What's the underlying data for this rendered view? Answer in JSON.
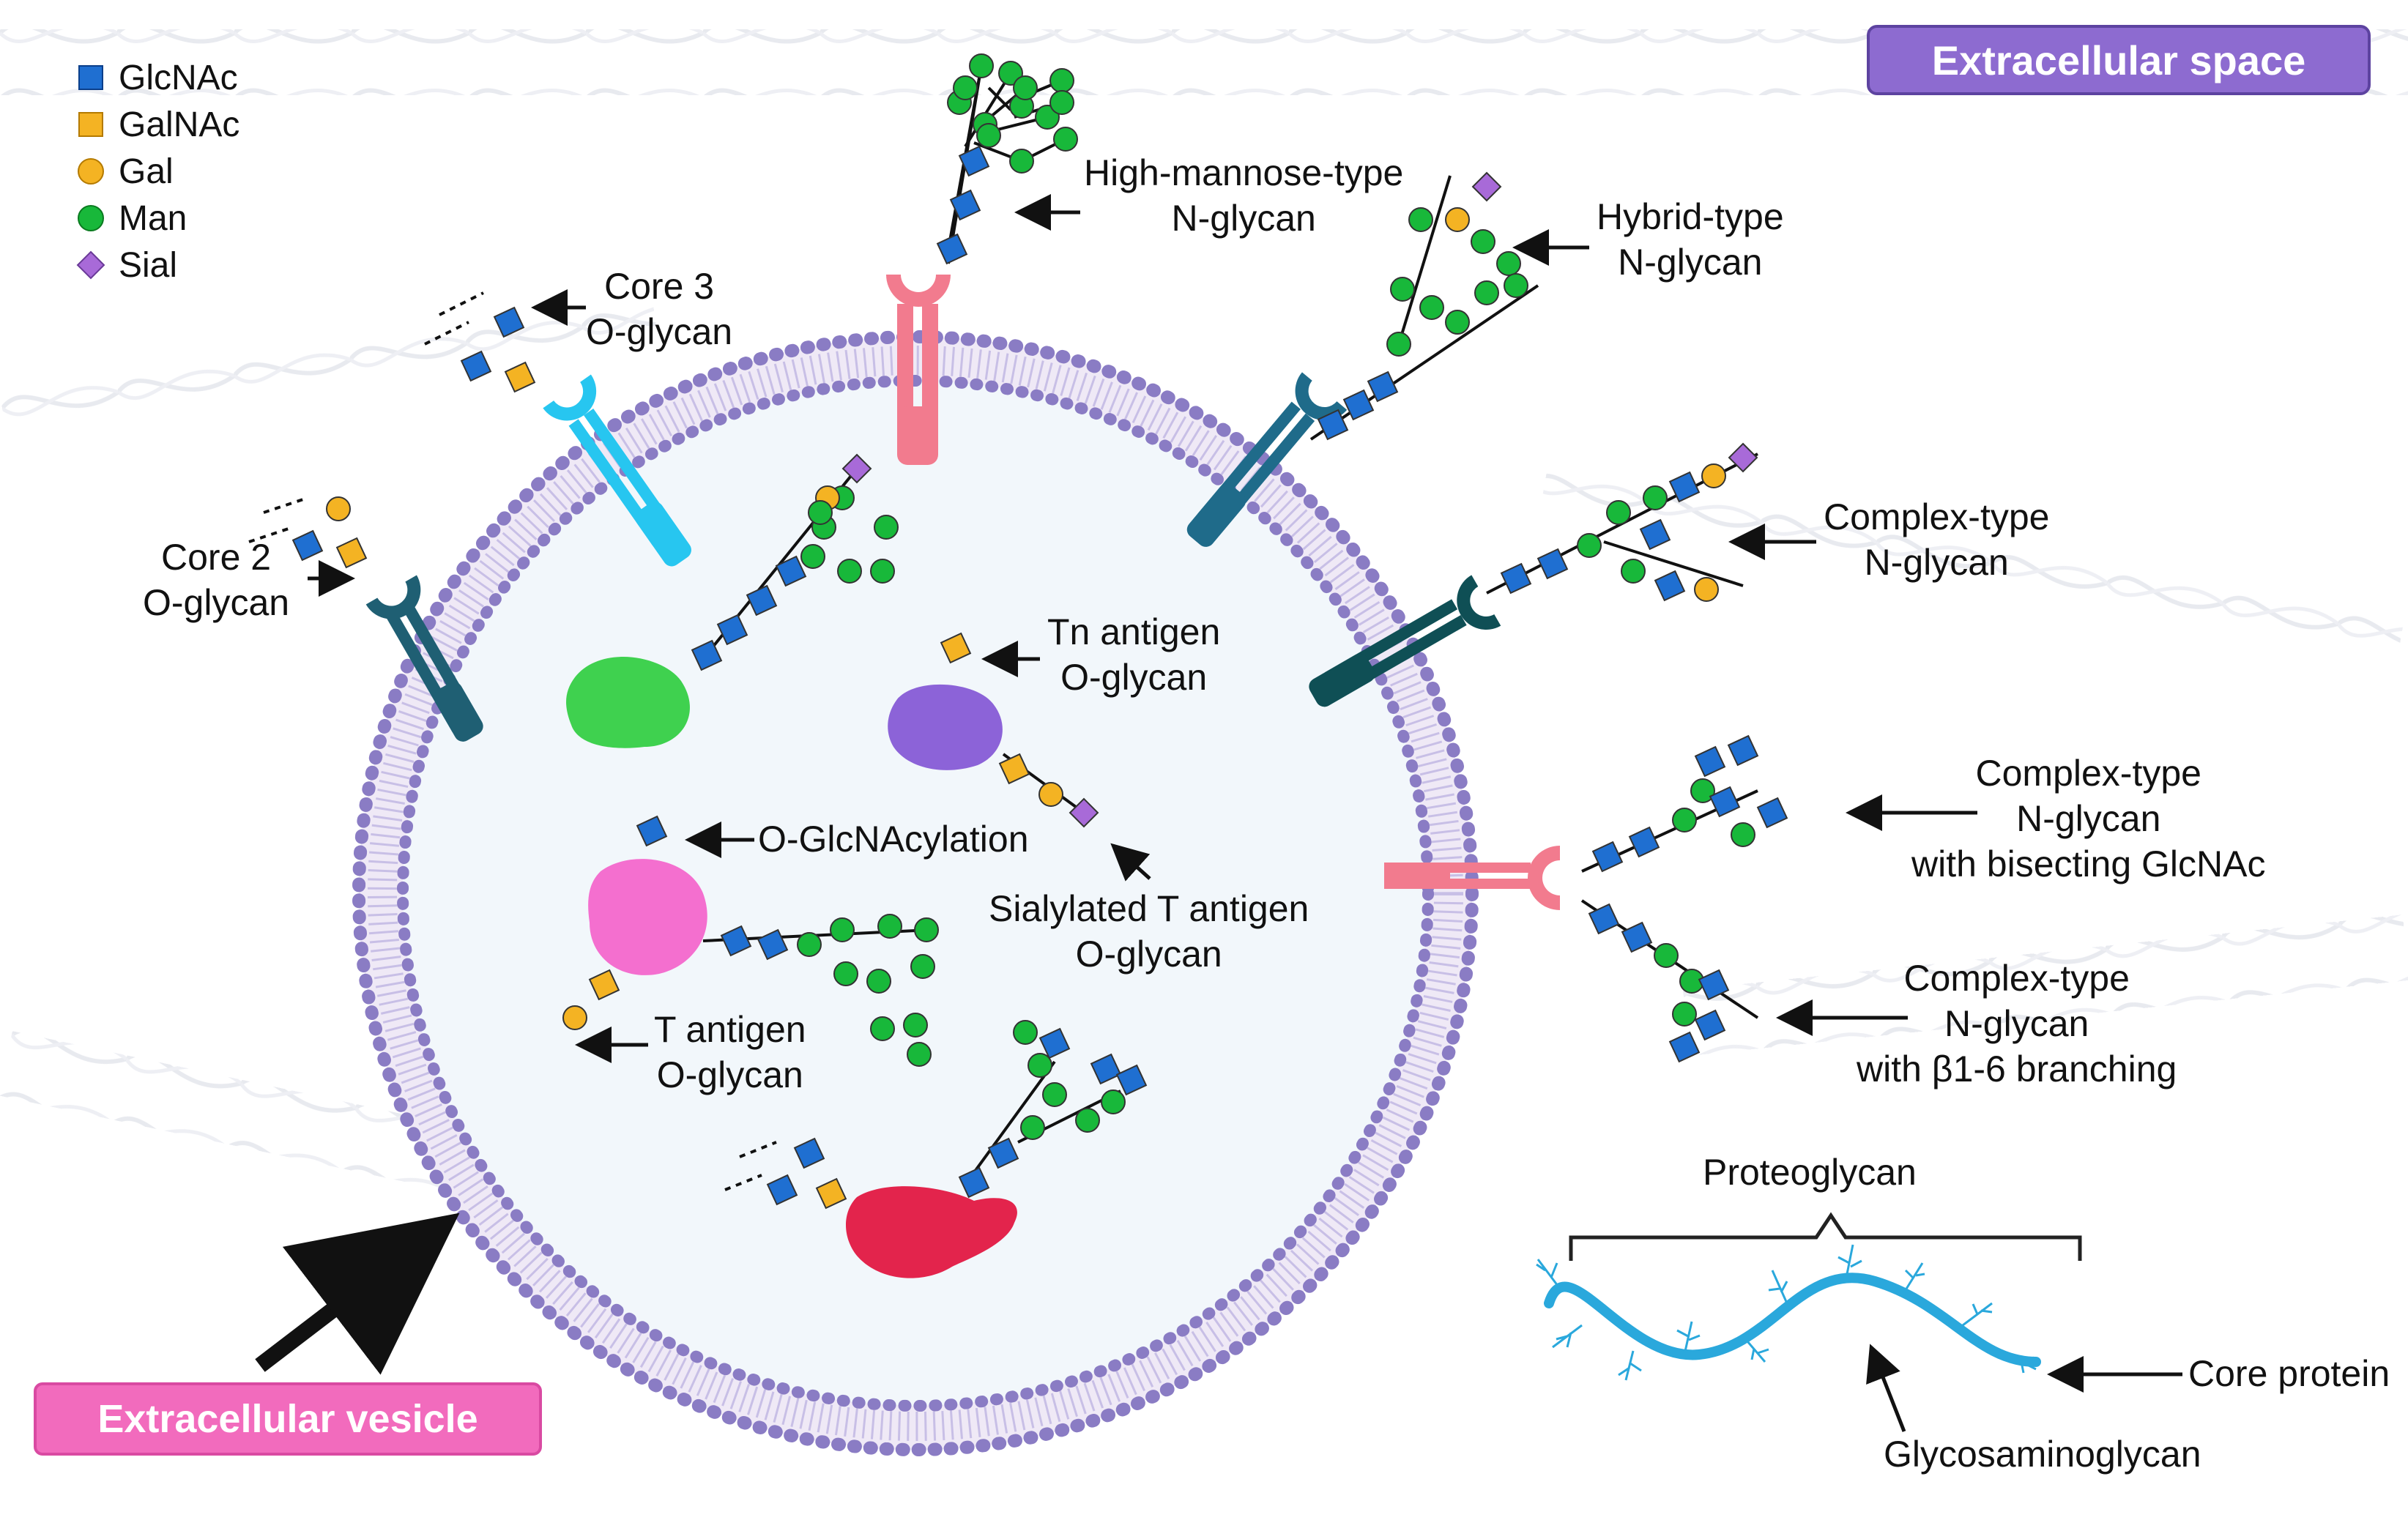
{
  "legend": [
    {
      "label": "GlcNAc",
      "icon": "blue-square-icon",
      "color": "#1f6fd1"
    },
    {
      "label": "GalNAc",
      "icon": "yellow-square-icon",
      "color": "#f4b323"
    },
    {
      "label": "Gal",
      "icon": "yellow-circle-icon",
      "color": "#f4b323"
    },
    {
      "label": "Man",
      "icon": "green-circle-icon",
      "color": "#18b83a"
    },
    {
      "label": "Sial",
      "icon": "purple-diamond-icon",
      "color": "#a86ad8"
    }
  ],
  "titles": {
    "extracellular_space": "Extracellular space",
    "extracellular_vesicle": "Extracellular vesicle"
  },
  "labels": {
    "high_mannose": [
      "High-mannose-type",
      "N-glycan"
    ],
    "hybrid": [
      "Hybrid-type",
      "N-glycan"
    ],
    "core3": [
      "Core 3",
      "O-glycan"
    ],
    "core2": [
      "Core 2",
      "O-glycan"
    ],
    "complex": [
      "Complex-type",
      "N-glycan"
    ],
    "tn_antigen": [
      "Tn antigen",
      "O-glycan"
    ],
    "o_glcnacylation": "O-GlcNAcylation",
    "sialyl_t": [
      "Sialylated T antigen",
      "O-glycan"
    ],
    "t_antigen": [
      "T antigen",
      "O-glycan"
    ],
    "complex_bisecting": [
      "Complex-type",
      "N-glycan",
      "with bisecting GlcNAc"
    ],
    "complex_b16": [
      "Complex-type",
      "N-glycan",
      "with β1-6 branching"
    ],
    "proteoglycan": "Proteoglycan",
    "core_protein": "Core protein",
    "glycosaminoglycan": "Glycosaminoglycan"
  },
  "colors": {
    "glcnac": "#1f6fd1",
    "galnac": "#f4b323",
    "gal": "#f4b323",
    "man": "#18b83a",
    "sial": "#a86ad8",
    "membrane": "#8a7cc4",
    "vesicle_fill": "#f2f7fb",
    "receptor_pink": "#f27b8e",
    "receptor_cyan": "#27c6f0",
    "receptor_teal": "#1f6b8a",
    "receptor_darkteal": "#0f4f55",
    "protein_green": "#3fd14f",
    "protein_purple": "#8c63d8",
    "protein_pink": "#f46fcf",
    "protein_red": "#e3244c",
    "gag_blue": "#2aa8dc",
    "ecs_box": "#8d6bd0",
    "ev_box": "#f26bbd"
  }
}
